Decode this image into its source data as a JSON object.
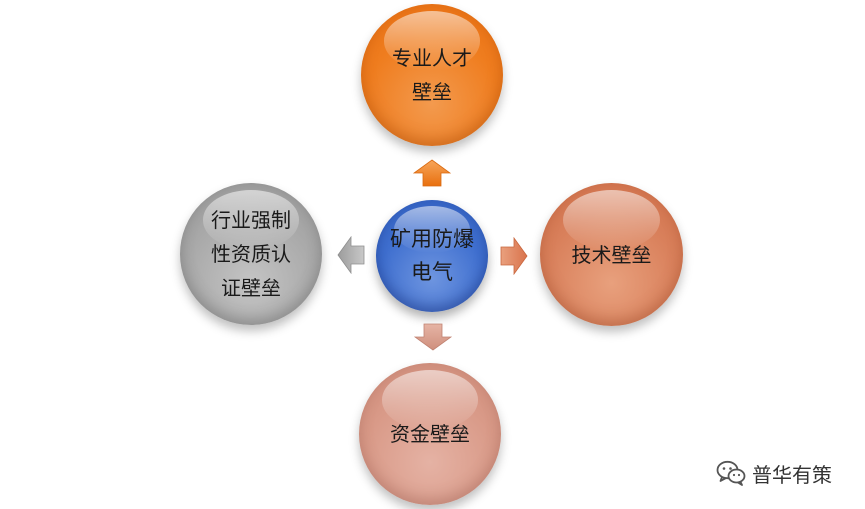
{
  "diagram": {
    "center": {
      "label": "矿用防爆电气"
    },
    "nodes": {
      "top": {
        "label": "专业人才壁垒"
      },
      "right": {
        "label": "技术壁垒"
      },
      "bottom": {
        "label": "资金壁垒"
      },
      "left": {
        "label": "行业强制性资质认证壁垒"
      }
    },
    "colors": {
      "top": "#ef7d1f",
      "right": "#d9805b",
      "bottom": "#d99a88",
      "left": "#a9a9a9",
      "center": "#3f6fcf"
    }
  },
  "watermark": {
    "icon": "wechat-icon",
    "text": "普华有策"
  }
}
